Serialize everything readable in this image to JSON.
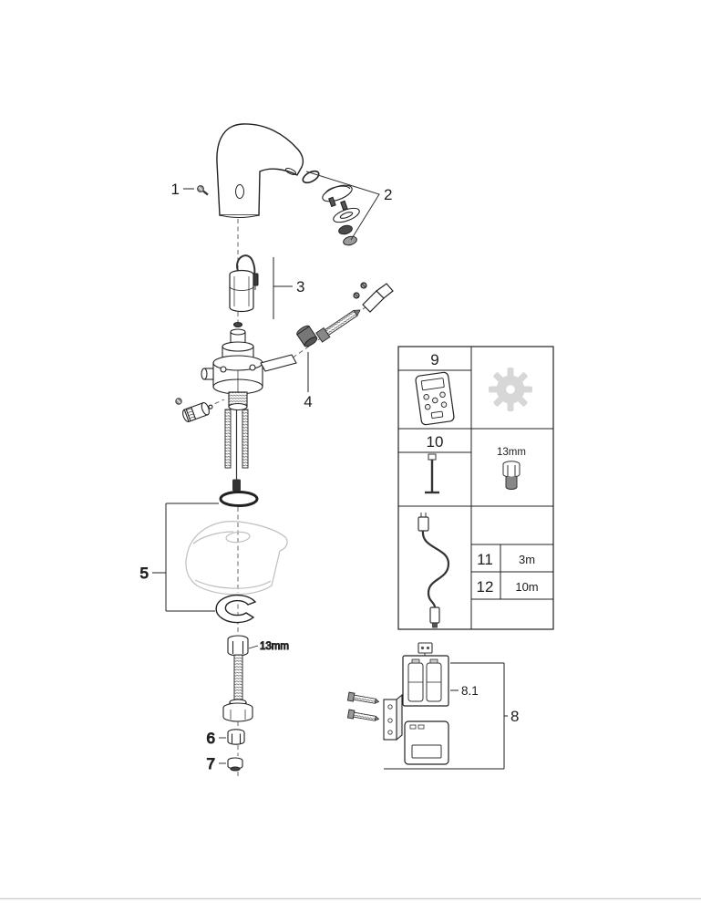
{
  "page": {
    "background": "#ffffff",
    "line_color": "#222222",
    "ghost_line_color": "#bfbfbf",
    "gear_color": "#d7d7d7",
    "footer_rule_color": "#cfcfcf"
  },
  "callouts": {
    "c1": "1",
    "c2": "2",
    "c3": "3",
    "c4": "4",
    "c5": "5",
    "c6": "6",
    "c7": "7",
    "c8": "8",
    "c8_1": "8.1"
  },
  "sizes": {
    "wrench_main": "13mm",
    "wrench_table": "13mm"
  },
  "table": {
    "cell9_label": "9",
    "cell10_label": "10",
    "rows": [
      {
        "num": "11",
        "len": "3m"
      },
      {
        "num": "12",
        "len": "10m"
      }
    ]
  }
}
